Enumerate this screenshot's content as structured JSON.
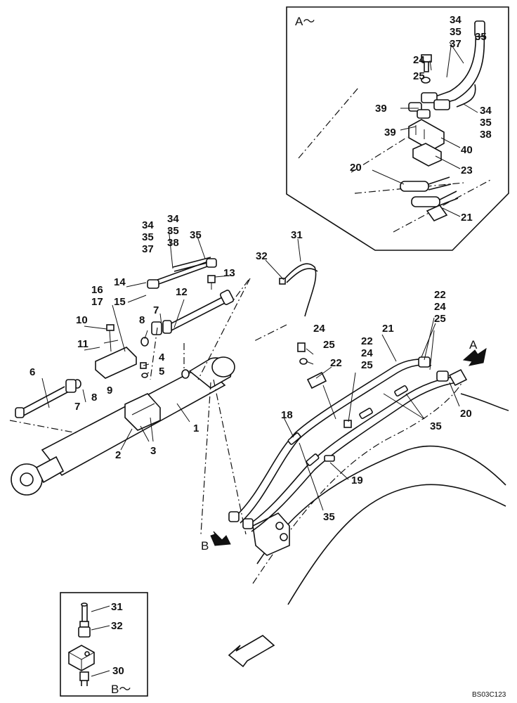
{
  "labels": {
    "l1": "1",
    "l2": "2",
    "l3": "3",
    "l4": "4",
    "l5": "5",
    "l6": "6",
    "l7a": "7",
    "l7b": "7",
    "l8a": "8",
    "l8b": "8",
    "l9": "9",
    "l10": "10",
    "l11": "11",
    "l12": "12",
    "l13": "13",
    "l14": "14",
    "l15": "15",
    "l16": "16",
    "l17": "17",
    "l18": "18",
    "l19": "19",
    "l20main": "20",
    "l20inset": "20",
    "l21main": "21",
    "l21inset": "21",
    "l22a": "22",
    "l22b": "22",
    "l22c": "22",
    "l23": "23",
    "l24a": "24",
    "l24b": "24",
    "l24c": "24",
    "l24inset": "24",
    "l25a": "25",
    "l25b": "25",
    "l25c": "25",
    "l25inset": "25",
    "l30": "30",
    "l31": "31",
    "l31inset": "31",
    "l32": "32",
    "l32inset": "32",
    "l34a": "34",
    "l34b": "34",
    "l34c": "34",
    "l34d": "34",
    "l35a": "35",
    "l35b": "35",
    "l35c": "35",
    "l35d": "35",
    "l35e": "35",
    "l35f": "35",
    "l35g": "35",
    "l35h": "35",
    "l37a": "37",
    "l37b": "37",
    "l38a": "38",
    "l38b": "38",
    "l39a": "39",
    "l39b": "39",
    "l40": "40"
  },
  "views": {
    "detail_a_title": "A～",
    "detail_b_title": "B～",
    "view_a_marker": "A",
    "view_b_marker": "B"
  },
  "drawing_code": "BS03C123"
}
